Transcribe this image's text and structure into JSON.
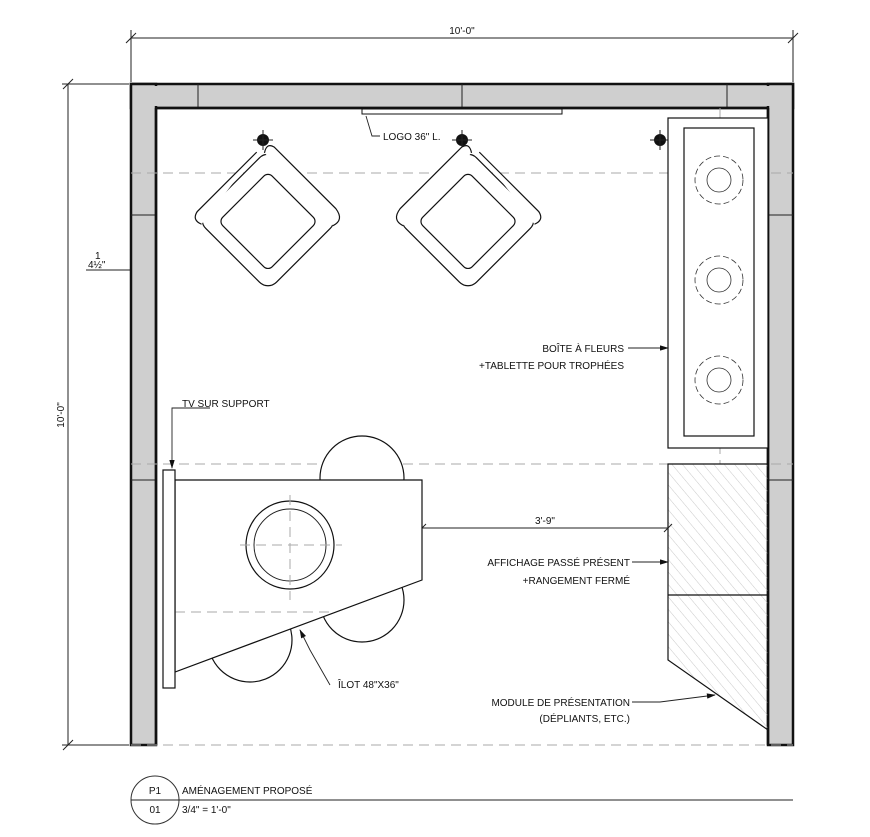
{
  "dimensions": {
    "width_overall": "10'-0\"",
    "height_overall": "10'-0\"",
    "wall_offset_num": "1",
    "wall_offset": "4½\"",
    "island_clearance": "3'-9\""
  },
  "labels": {
    "logo": "LOGO 36\" L.",
    "flower_box_line1": "BOÎTE À FLEURS",
    "flower_box_line2": "+TABLETTE POUR TROPHÉES",
    "tv": "TV SUR SUPPORT",
    "display_line1": "AFFICHAGE PASSÉ PRÉSENT",
    "display_line2": "+RANGEMENT FERMÉ",
    "island": "ÎLOT 48\"X36\"",
    "module_line1": "MODULE DE PRÉSENTATION",
    "module_line2": "(DÉPLIANTS, ETC.)"
  },
  "title_block": {
    "sheet": "P1",
    "number": "01",
    "title": "AMÉNAGEMENT PROPOSÉ",
    "scale": "3/4\" = 1'-0\""
  }
}
